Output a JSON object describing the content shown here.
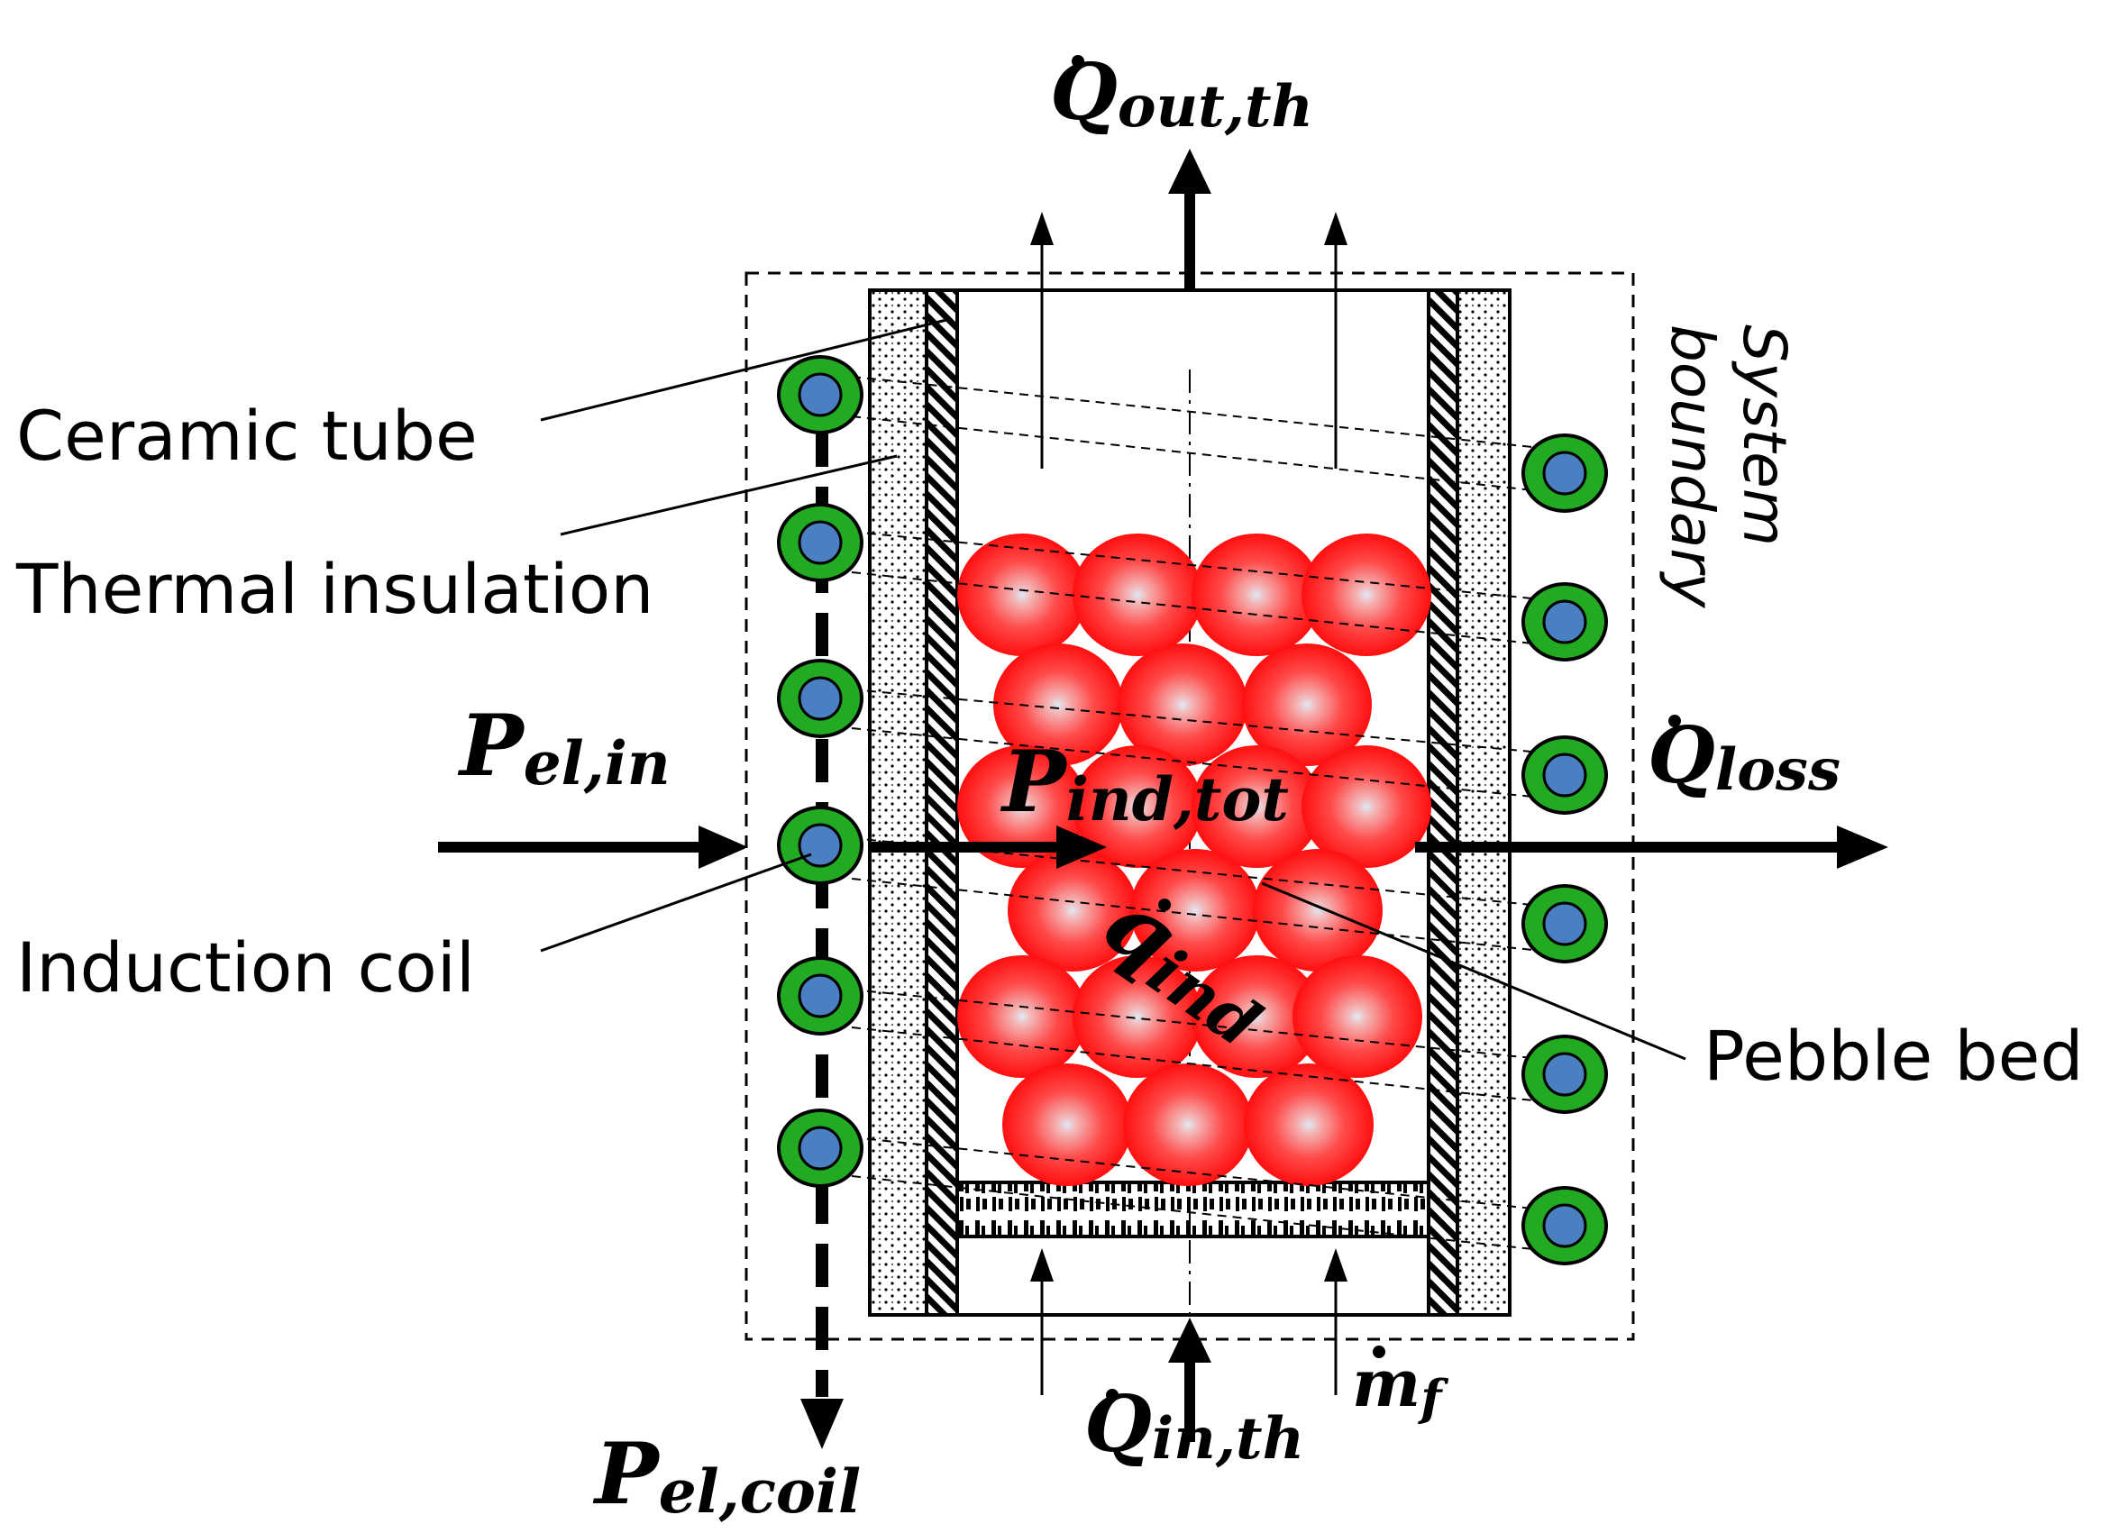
{
  "labels": {
    "ceramic_tube": "Ceramic tube",
    "thermal_insulation": "Thermal insulation",
    "induction_coil": "Induction coil",
    "pebble_bed": "Pebble bed",
    "system_boundary_line1": "System",
    "system_boundary_line2": "boundary"
  },
  "symbols": {
    "q_out_th": {
      "base": "Q",
      "sub": "out,th"
    },
    "q_in_th": {
      "base": "Q",
      "sub": "in,th"
    },
    "q_loss": {
      "base": "Q",
      "sub": "loss"
    },
    "p_el_in": {
      "base": "P",
      "sub": "el,in"
    },
    "p_el_coil": {
      "base": "P",
      "sub": "el,coil"
    },
    "p_ind_tot": {
      "base": "P",
      "sub": "ind,tot"
    },
    "q_ind": {
      "base": "q",
      "sub": "ind"
    },
    "m_f": {
      "base": "m",
      "sub": "f"
    }
  },
  "colors": {
    "pebble": "#ff1010",
    "pebble_center": "#dfe8f5",
    "coil_outer": "#22aa22",
    "coil_inner": "#4a7fc1"
  }
}
